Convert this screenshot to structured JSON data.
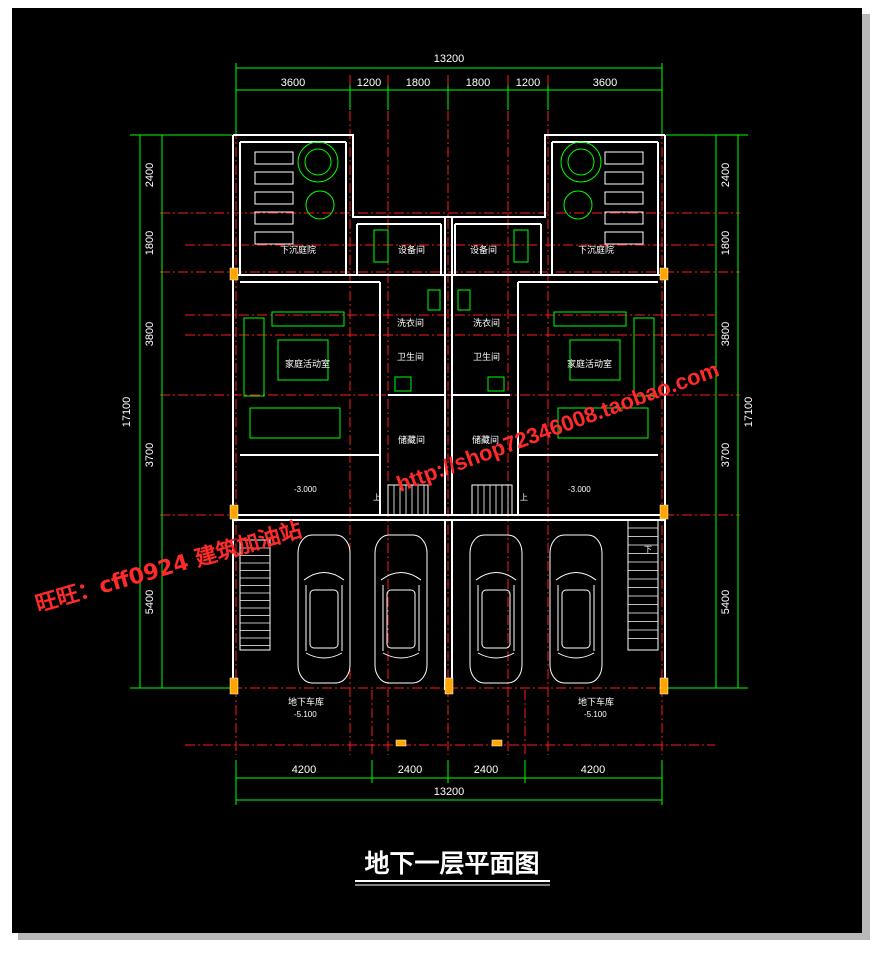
{
  "drawing": {
    "title": "地下一层平面图",
    "top_total": "13200",
    "top_segments": [
      "3600",
      "1200",
      "1800",
      "1800",
      "1200",
      "3600"
    ],
    "bottom_segments": [
      "4200",
      "2400",
      "2400",
      "4200"
    ],
    "bottom_total": "13200",
    "left_total": "17100",
    "right_total": "17100",
    "side_segments": [
      "2400",
      "1800",
      "3800",
      "3700",
      "5400"
    ],
    "rooms": {
      "sunken_garden_left": "下沉庭院",
      "sunken_garden_right": "下沉庭院",
      "equipment_left": "设备间",
      "equipment_right": "设备间",
      "family_room_left": "家庭活动室",
      "family_room_right": "家庭活动室",
      "laundry_left": "洗衣间",
      "laundry_right": "洗衣间",
      "bath_left": "卫生间",
      "bath_right": "卫生间",
      "storage_left": "储藏间",
      "storage_right": "储藏间",
      "garage_left": "地下车库",
      "garage_right": "地下车库"
    },
    "elevations": {
      "hall_left": "-3.000",
      "hall_right": "-3.000",
      "garage_left": "-5.100",
      "garage_right": "-5.100"
    },
    "stair_marks": {
      "up_left": "上",
      "up_right": "上",
      "down_right": "下"
    }
  },
  "watermarks": {
    "contact": "旺旺：cff0924 建筑加油站",
    "url": "http://shop72346008.taobao.com"
  },
  "colors": {
    "background": "#000000",
    "frame": "#ffffff",
    "dimension": "#00ff00",
    "axis": "#ff0000",
    "wall": "#ffffff",
    "furniture": "#00ff00",
    "watermark": "#ff2a2a",
    "column": "#ffa500"
  }
}
